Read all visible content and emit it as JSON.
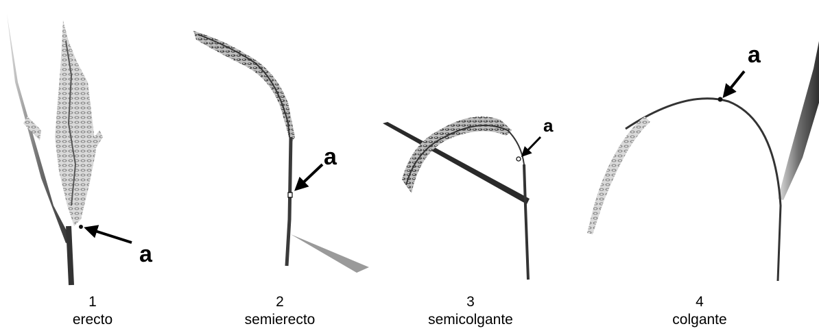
{
  "panels": [
    {
      "number": "1",
      "label": "erecto",
      "pointer_letter": "a"
    },
    {
      "number": "2",
      "label": "semierecto",
      "pointer_letter": "a"
    },
    {
      "number": "3",
      "label": "semicolgante",
      "pointer_letter": "a"
    },
    {
      "number": "4",
      "label": "colgante",
      "pointer_letter": "a"
    }
  ]
}
